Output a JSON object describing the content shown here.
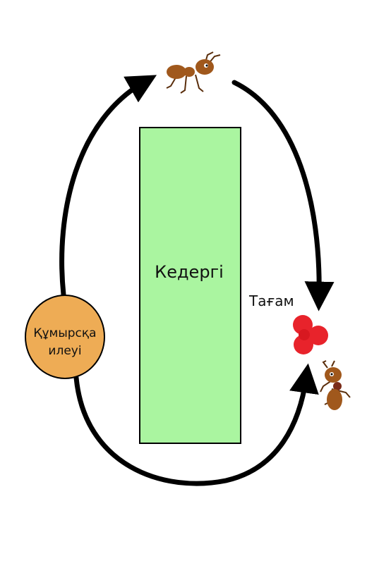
{
  "obstacle": {
    "label": "Кедергі",
    "color": "#aaf5a0"
  },
  "nest": {
    "line1": "Құмырсқа",
    "line2": "илеуі",
    "color": "#eeac55"
  },
  "food": {
    "label": "Тағам",
    "color": "#e8232b"
  },
  "ant_color": "#a0581c",
  "arrow_color": "#000000"
}
